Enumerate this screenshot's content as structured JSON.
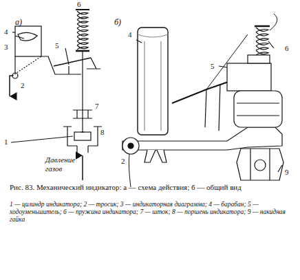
{
  "diagram": {
    "caption": "Рис. 83. Механический индикатор: а — схема действия; б — общий вид",
    "labels": [
      "а)",
      "6",
      "5",
      "4",
      "3",
      "2",
      "7",
      "1",
      "8",
      "Давление газов",
      "б)",
      "4",
      "6",
      "5",
      "2",
      "9",
      "1 — цилиндр индикатора; 2 — тросик; 3 — индикаторная диаграмма; 4 — барабан; 5 — ходоуменьшитель; 6 — пружина индикатора; 7 — шток; 8 — поршень индикатора; 9 — накидная гайка"
    ]
  }
}
